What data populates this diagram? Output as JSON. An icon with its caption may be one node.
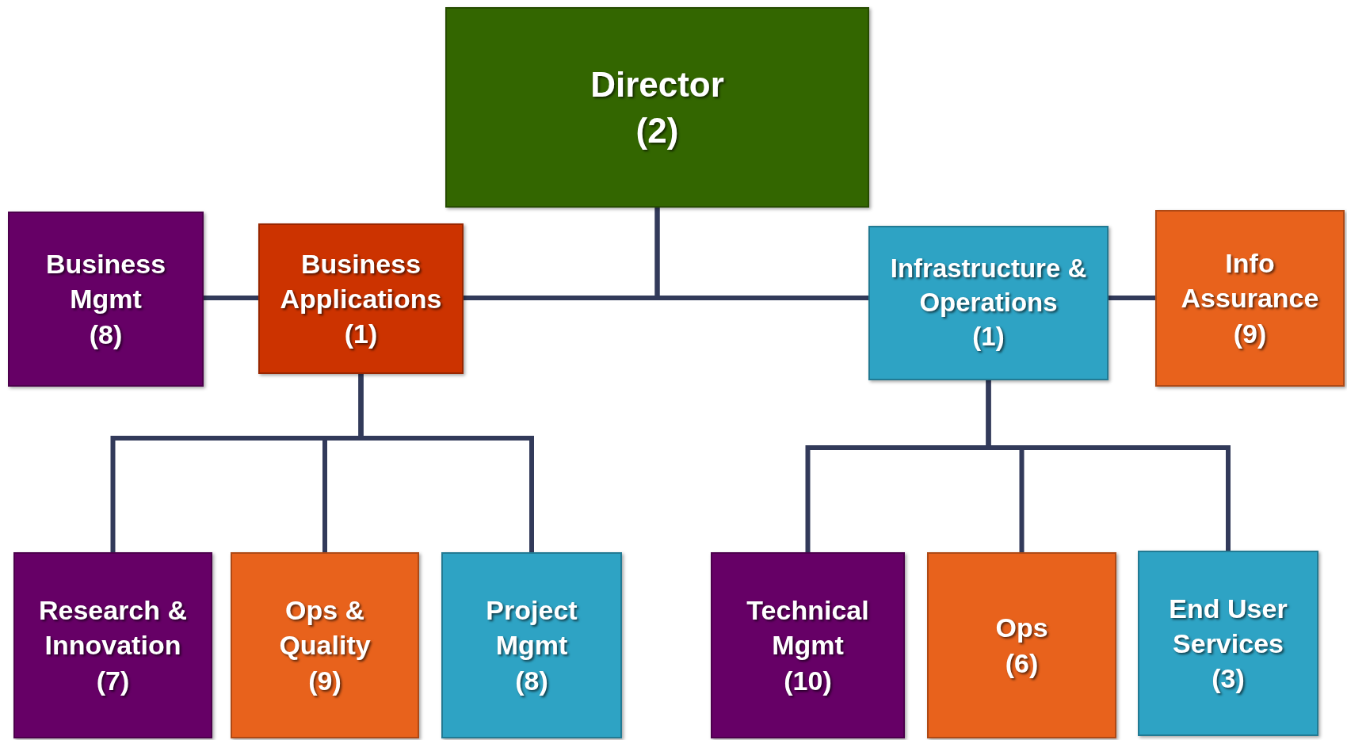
{
  "diagram": {
    "nodes": [
      {
        "text": [
          "Director",
          "(2)"
        ]
      },
      {
        "text": [
          "Business Mgmt",
          "(8)"
        ]
      },
      {
        "text": [
          "Business Applications",
          "(1)"
        ]
      },
      {
        "text": [
          "Infrastructure & Operations",
          "(1)"
        ]
      },
      {
        "text": [
          "Info Assurance",
          "(9)"
        ]
      },
      {
        "text": [
          "Research & Innovation",
          "(7)"
        ]
      },
      {
        "text": [
          "Ops & Quality",
          "(9)"
        ]
      },
      {
        "text": [
          "Project Mgmt",
          "(8)"
        ]
      },
      {
        "text": [
          "Technical Mgmt",
          "(10)"
        ]
      },
      {
        "text": [
          "Ops",
          "(6)"
        ]
      },
      {
        "text": [
          "End User Services",
          "(3)"
        ]
      }
    ],
    "edges": [
      {
        "from": 0,
        "to": 2,
        "arrow": "none"
      },
      {
        "from": 0,
        "to": 3,
        "arrow": "none"
      },
      {
        "from": 1,
        "to": 2,
        "arrow": "none"
      },
      {
        "from": 3,
        "to": 4,
        "arrow": "none"
      },
      {
        "from": 2,
        "to": 5,
        "arrow": "none"
      },
      {
        "from": 2,
        "to": 6,
        "arrow": "none"
      },
      {
        "from": 2,
        "to": 7,
        "arrow": "none"
      },
      {
        "from": 3,
        "to": 8,
        "arrow": "none"
      },
      {
        "from": 3,
        "to": 9,
        "arrow": "none"
      },
      {
        "from": 3,
        "to": 10,
        "arrow": "none"
      }
    ]
  }
}
